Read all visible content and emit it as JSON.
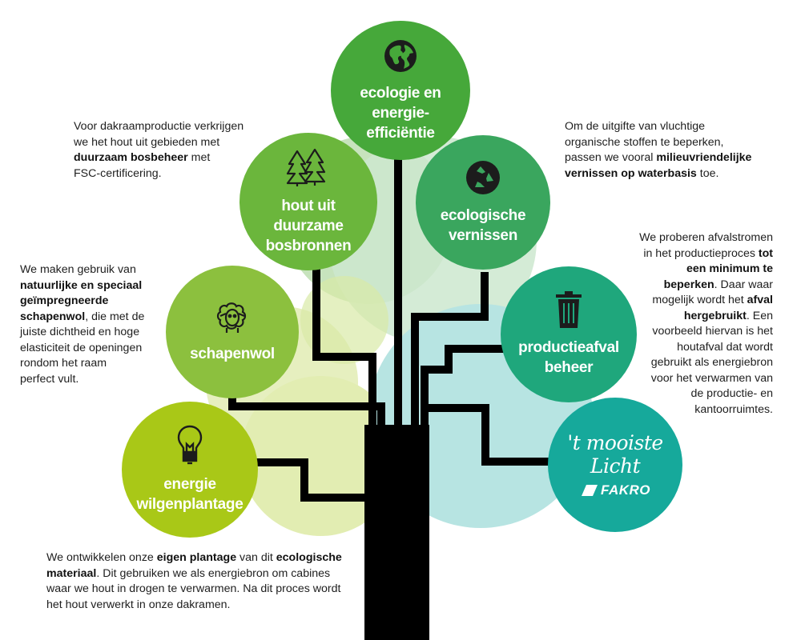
{
  "colors": {
    "trunk": "#000000",
    "node_ecologie": "#46a83a",
    "node_hout": "#6bb63c",
    "node_vernissen": "#3aa65e",
    "node_schapenwol": "#8cc03e",
    "node_afval": "#1fa77c",
    "node_energie": "#a9c817",
    "node_brand": "#16a99b"
  },
  "nodes": {
    "ecologie": {
      "label": "ecologie en energie-efficiëntie",
      "icon": "globe-icon"
    },
    "hout": {
      "label": "hout uit duurzame bosbronnen",
      "icon": "pine-trees-icon"
    },
    "vernissen": {
      "label": "ecologische vernissen",
      "icon": "recycle-icon"
    },
    "schapenwol": {
      "label": "schapenwol",
      "icon": "sheep-icon"
    },
    "afval": {
      "label": "productieafval beheer",
      "icon": "trash-bin-icon"
    },
    "energie": {
      "label": "energie wilgenplantage",
      "icon": "light-bulb-icon"
    },
    "brand": {
      "slogan": "'t mooiste Licht",
      "logo_text": "FAKRO"
    }
  },
  "descriptions": {
    "hout": [
      {
        "t": "Voor dakraamproductie verkrijgen"
      },
      {
        "t": "we het hout uit gebieden met"
      },
      {
        "b": "duurzaam bosbeheer",
        "t": " met"
      },
      {
        "t": "FSC-certificering."
      }
    ],
    "vernissen": [
      {
        "t": "Om de uitgifte van vluchtige"
      },
      {
        "t": "organische stoffen te beperken,"
      },
      {
        "t": "passen we vooral ",
        "b": "milieuvriendelijke"
      },
      {
        "b": "vernissen op waterbasis",
        "t": " toe."
      }
    ],
    "schapenwol": [
      {
        "t": "We maken gebruik van"
      },
      {
        "b": "natuurlijke en speciaal"
      },
      {
        "b": "geïmpregneerde"
      },
      {
        "b": "schapenwol",
        "t": ", die met de"
      },
      {
        "t": "juiste dichtheid en hoge"
      },
      {
        "t": "elasticiteit de openingen"
      },
      {
        "t": "rondom het raam"
      },
      {
        "t": "perfect vult."
      }
    ],
    "afval": [
      {
        "t": "We proberen afvalstromen"
      },
      {
        "t": "in het productieproces ",
        "b": "tot"
      },
      {
        "b": "een minimum te"
      },
      {
        "b": "beperken",
        "t": ". Daar waar"
      },
      {
        "t": "mogelijk wordt het ",
        "b": "afval"
      },
      {
        "b": "hergebruikt",
        "t": ". Een"
      },
      {
        "t": "voorbeeld hiervan is het"
      },
      {
        "t": "houtafval dat wordt"
      },
      {
        "t": "gebruikt als energiebron"
      },
      {
        "t": "voor het verwarmen van"
      },
      {
        "t": "de productie- en"
      },
      {
        "t": "kantoorruimtes."
      }
    ],
    "energie": [
      {
        "t": "We ontwikkelen onze ",
        "b": "eigen plantage",
        "t2": " van dit ",
        "b2": "ecologische"
      },
      {
        "b": "materiaal",
        "t": ". Dit gebruiken we als energiebron om cabines"
      },
      {
        "t": "waar we hout in drogen te verwarmen. Na dit proces wordt"
      },
      {
        "t": "het hout verwerkt in onze dakramen."
      }
    ]
  }
}
